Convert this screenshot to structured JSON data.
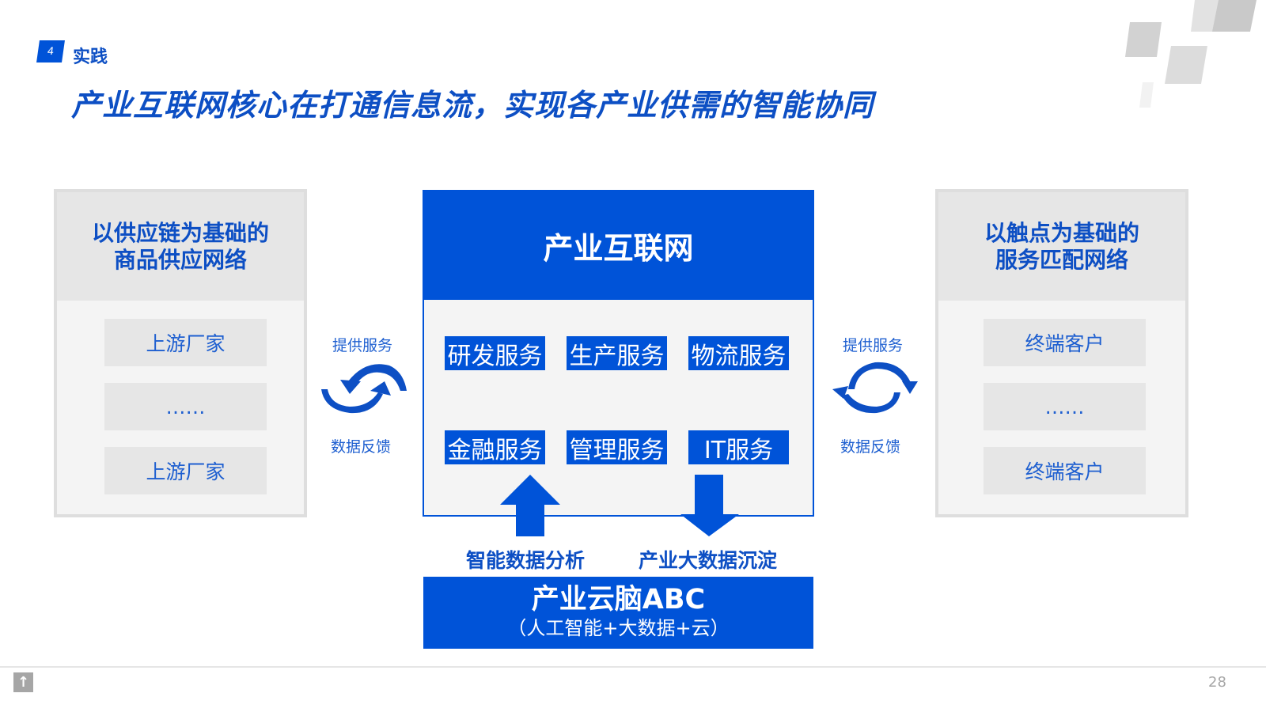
{
  "section": {
    "number": "4",
    "title": "实践"
  },
  "title": "产业互联网核心在打通信息流，实现各产业供需的智能协同",
  "left_panel": {
    "title_lines": [
      "以供应链为基础的",
      "商品供应网络"
    ],
    "items": [
      "上游厂家",
      "……",
      "上游厂家"
    ]
  },
  "right_panel": {
    "title_lines": [
      "以触点为基础的",
      "服务匹配网络"
    ],
    "items": [
      "终端客户",
      "……",
      "终端客户"
    ]
  },
  "left_cycle": {
    "top": "提供服务",
    "bottom": "数据反馈"
  },
  "right_cycle": {
    "top": "提供服务",
    "bottom": "数据反馈"
  },
  "center": {
    "title": "产业互联网",
    "services": [
      "研发服务",
      "生产服务",
      "物流服务",
      "金融服务",
      "管理服务",
      "IT服务"
    ]
  },
  "flows": {
    "up": "智能数据分析",
    "down": "产业大数据沉淀"
  },
  "brain": {
    "title": "产业云脑ABC",
    "subtitle": "（人工智能+大数据+云）"
  },
  "footer": {
    "page": "28"
  },
  "colors": {
    "accent": "#0053d8",
    "panel": "#f4f4f4",
    "panel_head": "#e6e6e6"
  }
}
